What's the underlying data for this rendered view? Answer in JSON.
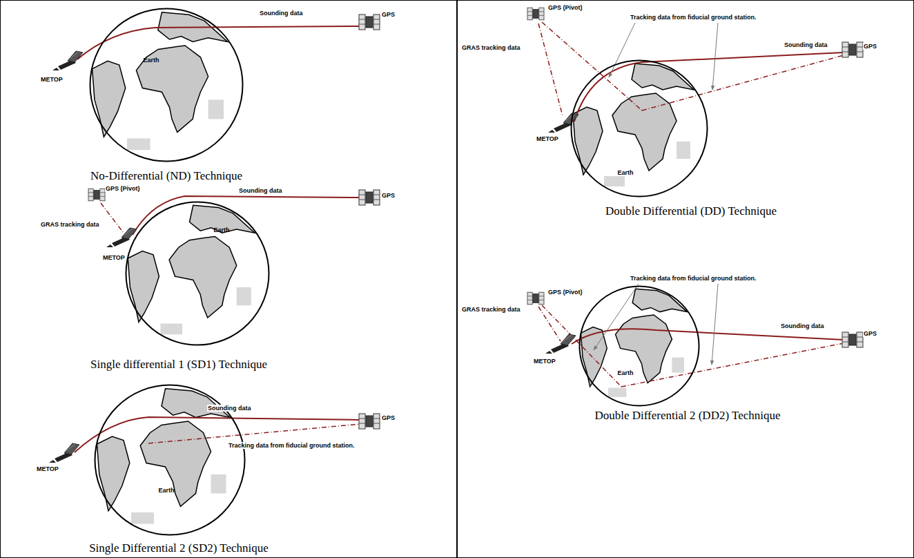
{
  "diagram": {
    "nodes": [
      {
        "text": [
          "No-Differential (ND) Technique",
          "Single differential 1 (SD1) Technique",
          "Single Differential 2 (SD2) Technique"
        ]
      },
      {
        "text": [
          "Double Differential (DD) Technique",
          "Double Differential 2 (DD2) Technique"
        ]
      },
      {
        "text": [
          "Earth"
        ],
        "in": 0
      },
      {
        "text": [
          "Earth"
        ],
        "in": 0
      },
      {
        "text": [
          "Earth"
        ],
        "in": 0
      },
      {
        "text": [
          "Earth"
        ],
        "in": 1
      },
      {
        "text": [
          "Earth"
        ],
        "in": 1
      }
    ],
    "labels": [
      "Sounding data",
      "GPS",
      "METOP",
      "GPS (Pivot)",
      "GRAS tracking data",
      "Sounding data",
      "GPS",
      "METOP",
      "Sounding data",
      "GPS",
      "Tracking data from fiducial ground station.",
      "METOP",
      "GPS (Pivot)",
      "Tracking data from fiducial ground station.",
      "GRAS tracking data",
      "Sounding data",
      "GPS",
      "METOP",
      "GPS (Pivot)",
      "Tracking data from fiducial ground station.",
      "GRAS tracking data",
      "Sounding data",
      "GPS",
      "METOP"
    ]
  }
}
